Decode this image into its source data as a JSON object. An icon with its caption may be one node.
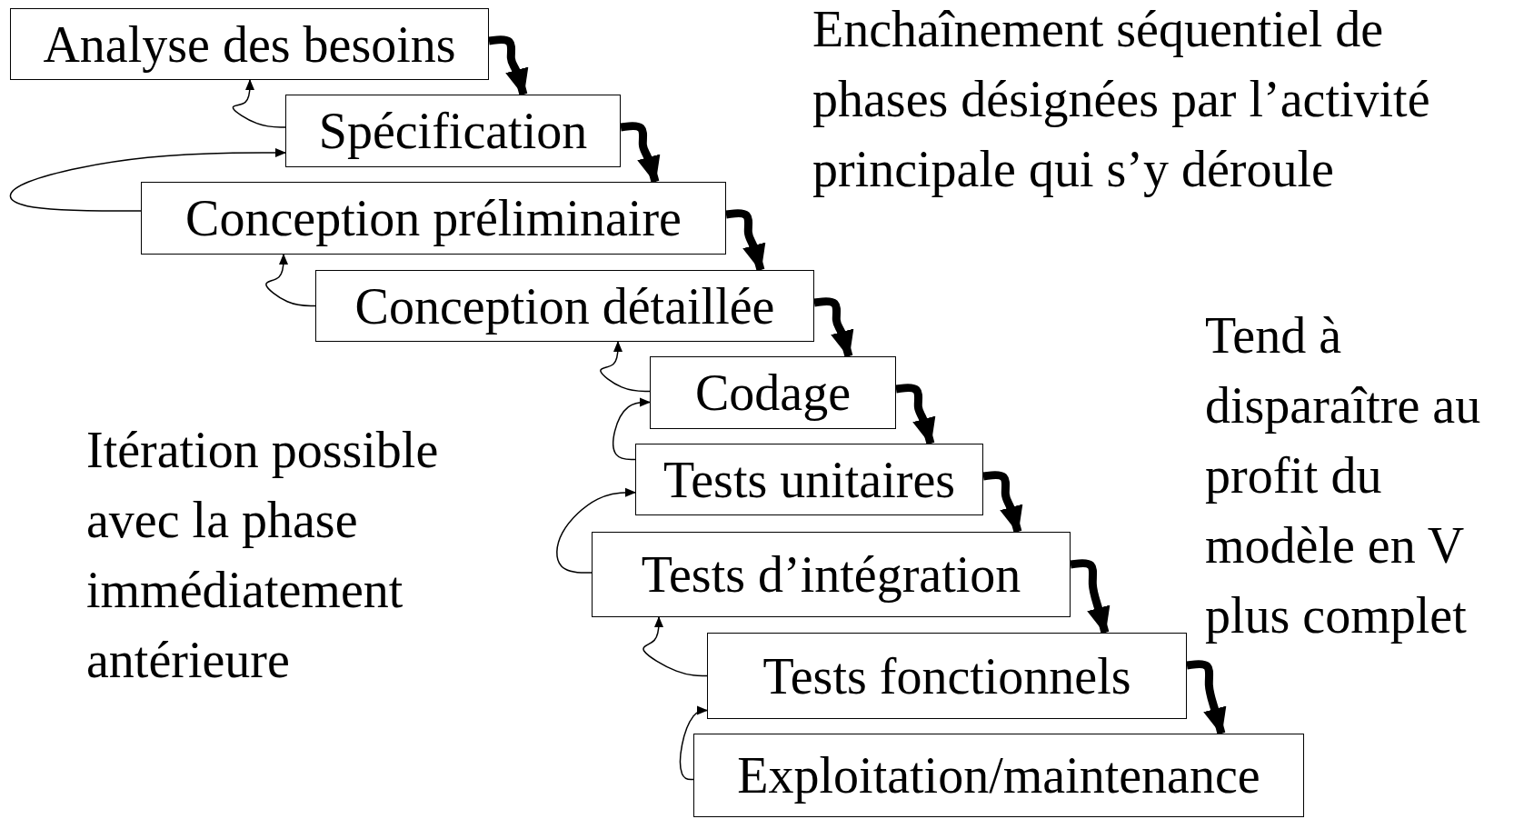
{
  "diagram": {
    "nodes": [
      {
        "text": [
          "Analyse des besoins"
        ]
      },
      {
        "text": [
          "Spécification"
        ]
      },
      {
        "text": [
          "Conception préliminaire"
        ]
      },
      {
        "text": [
          "Conception détaillée"
        ]
      },
      {
        "text": [
          "Codage"
        ]
      },
      {
        "text": [
          "Tests unitaires"
        ]
      },
      {
        "text": [
          "Tests d’intégration"
        ]
      },
      {
        "text": [
          "Tests fonctionnels"
        ]
      },
      {
        "text": [
          "Exploitation/maintenance"
        ]
      }
    ],
    "edges": [
      {
        "from": 0,
        "to": 1,
        "arrow": "to",
        "style": "thick"
      },
      {
        "from": 1,
        "to": 2,
        "arrow": "to",
        "style": "thick"
      },
      {
        "from": 2,
        "to": 3,
        "arrow": "to",
        "style": "thick"
      },
      {
        "from": 3,
        "to": 4,
        "arrow": "to",
        "style": "thick"
      },
      {
        "from": 4,
        "to": 5,
        "arrow": "to",
        "style": "thick"
      },
      {
        "from": 5,
        "to": 6,
        "arrow": "to",
        "style": "thick"
      },
      {
        "from": 6,
        "to": 7,
        "arrow": "to",
        "style": "thick"
      },
      {
        "from": 7,
        "to": 8,
        "arrow": "to",
        "style": "thick"
      },
      {
        "from": 1,
        "to": 0,
        "arrow": "to"
      },
      {
        "from": 2,
        "to": 1,
        "arrow": "to"
      },
      {
        "from": 3,
        "to": 2,
        "arrow": "to"
      },
      {
        "from": 4,
        "to": 3,
        "arrow": "to"
      },
      {
        "from": 5,
        "to": 4,
        "arrow": "to"
      },
      {
        "from": 6,
        "to": 5,
        "arrow": "to"
      },
      {
        "from": 7,
        "to": 6,
        "arrow": "to"
      },
      {
        "from": 8,
        "to": 7,
        "arrow": "to"
      }
    ],
    "labels": [
      "Enchaînement séquentiel de phases désignées par l’activité principale qui s’y déroule",
      "Tend à disparaître au profit du modèle en V plus complet",
      "Itération possible avec la phase immédiatement antérieure"
    ]
  }
}
